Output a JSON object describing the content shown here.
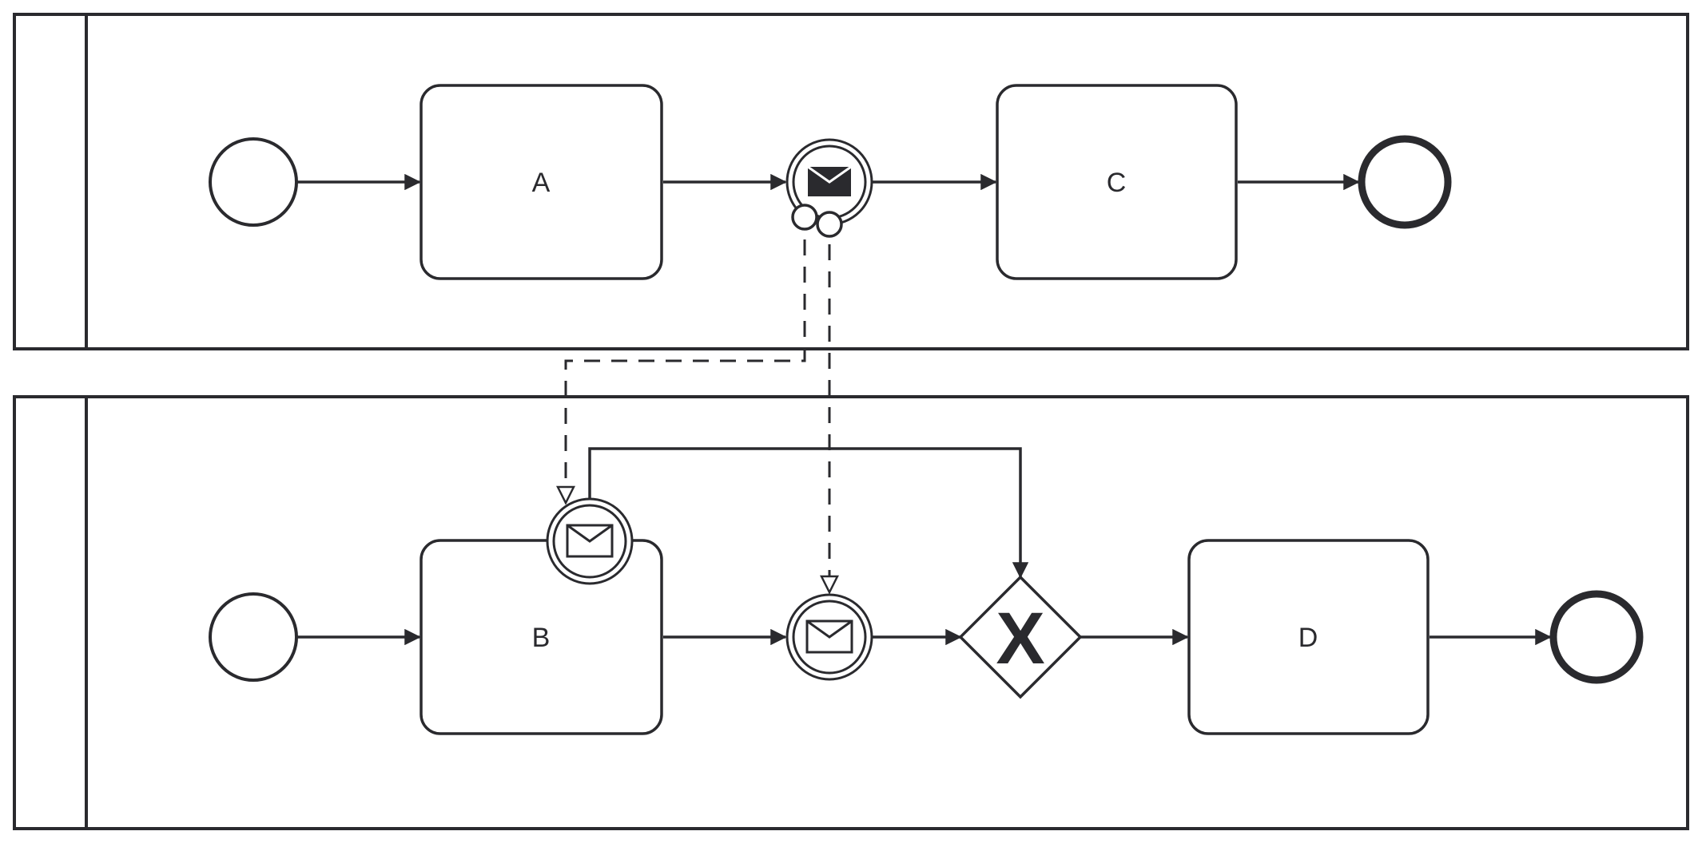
{
  "diagram": {
    "type": "bpmn-collaboration",
    "colors": {
      "stroke": "#2a2a2e",
      "fill": "#ffffff"
    },
    "pools": [
      {
        "id": "pool-top",
        "label": ""
      },
      {
        "id": "pool-bottom",
        "label": ""
      }
    ],
    "tasks": {
      "a": {
        "label": "A"
      },
      "b": {
        "label": "B"
      },
      "c": {
        "label": "C"
      },
      "d": {
        "label": "D"
      }
    },
    "events": {
      "top_start": "start-event",
      "top_intermediate": "intermediate-throw-message-event",
      "top_end": "end-event",
      "bottom_start": "start-event",
      "bottom_boundary": "boundary-catch-message-event",
      "bottom_intermediate": "intermediate-catch-message-event",
      "bottom_end": "end-event"
    },
    "gateway": {
      "type": "exclusive-gateway",
      "marker": "X"
    }
  }
}
